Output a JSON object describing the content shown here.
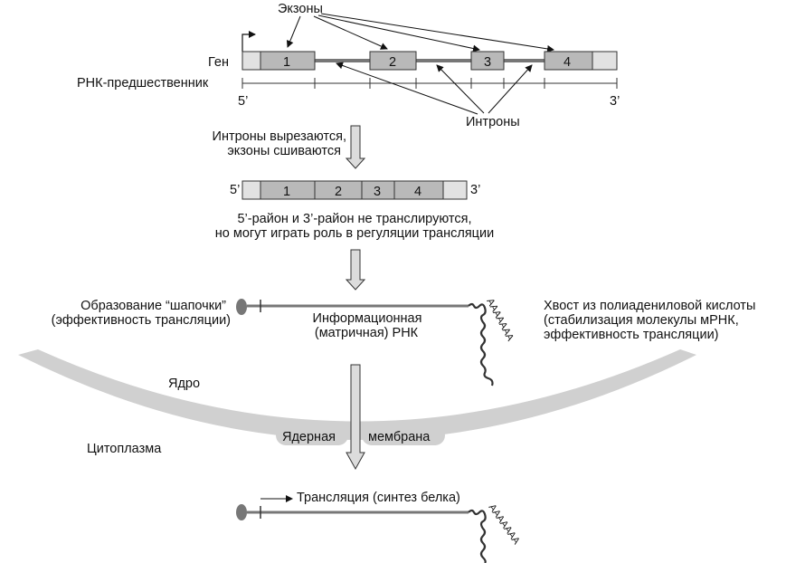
{
  "gene_section": {
    "exons_label": "Экзоны",
    "gene_label": "Ген",
    "precursor_label": "РНК-предшественник",
    "exon_numbers": [
      "1",
      "2",
      "3",
      "4"
    ],
    "five_prime": "5’",
    "three_prime": "3’",
    "introns_label": "Интроны"
  },
  "splicing": {
    "line1": "Интроны вырезаются,",
    "line2": "экзоны сшиваются"
  },
  "spliced_rna": {
    "five_prime": "5’",
    "three_prime": "3’",
    "exon_numbers": [
      "1",
      "2",
      "3",
      "4"
    ],
    "note_line1": "5’-район и 3’-район  не транслируются,",
    "note_line2": "но могут играть роль в регуляции трансляции"
  },
  "mrna_section": {
    "cap_line1": "Образование “шапочки”",
    "cap_line2": "(эффективность трансляции)",
    "mrna_line1": "Информационная",
    "mrna_line2": "(матричная) РНК",
    "tail_line1": "Хвост из полиадениловой кислоты",
    "tail_line2": "(стабилизация молекулы мРНК,",
    "tail_line3": "эффективность трансляции)",
    "poly_a": "AAAAAAA"
  },
  "compartments": {
    "nucleus": "Ядро",
    "membrane_left": "Ядерная",
    "membrane_right": "мембрана",
    "cytoplasm": "Цитоплазма"
  },
  "translation": {
    "label": "Трансляция (синтез белка)",
    "poly_a": "AAAAAAA"
  },
  "colors": {
    "exon_fill": "#b9b9b9",
    "utr_fill": "#e2e2e2",
    "membrane": "#cfcfcf",
    "line": "#6a6a6a",
    "arrow_fill": "#dcdcdc"
  }
}
